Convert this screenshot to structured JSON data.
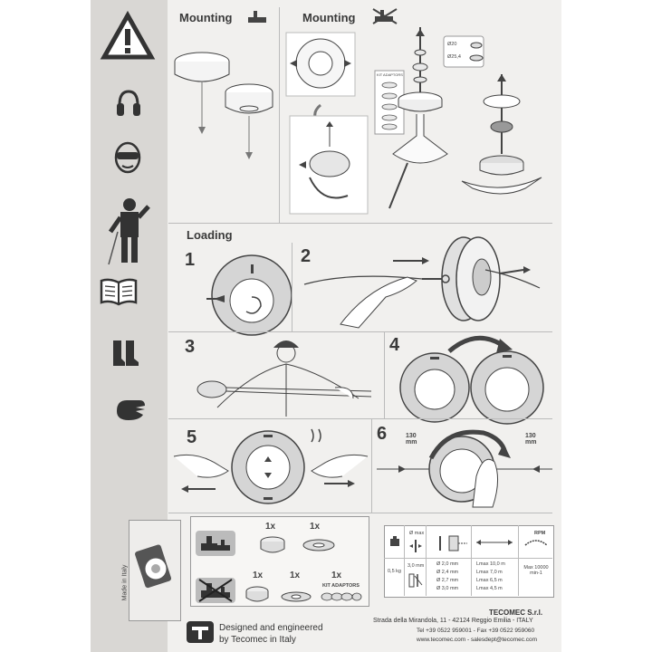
{
  "mounting": {
    "title_left": "Mounting",
    "title_right": "Mounting"
  },
  "adaptors": {
    "d20": "Ø20",
    "d254": "Ø25,4",
    "kit_label": "KIT ADAPTORS"
  },
  "loading": {
    "title": "Loading",
    "steps": [
      "1",
      "2",
      "3",
      "4",
      "5",
      "6"
    ],
    "mm_left": "130 mm",
    "mm_right": "130 mm"
  },
  "kit": {
    "row1": [
      "1x",
      "1x"
    ],
    "row2": [
      "1x",
      "1x",
      "1x"
    ],
    "kit_adaptors": "KIT ADAPTORS",
    "made_in": "Made in Italy"
  },
  "specs": {
    "rpm": "RPM",
    "weight": "0,5 kg",
    "max_line": "3,0 mm",
    "diameters": [
      "Ø 2,0 mm",
      "Ø 2,4 mm",
      "Ø 2,7 mm",
      "Ø 3,0 mm"
    ],
    "lengths": [
      "Lmax 10,0 m",
      "Lmax 7,0 m",
      "Lmax 6,5 m",
      "Lmax 4,5 m"
    ],
    "max_rpm": "Max 10000 min-1",
    "omax": "Ø max"
  },
  "footer": {
    "tagline_1": "Designed and engineered",
    "tagline_2": "by Tecomec in Italy",
    "company": "TECOMEC S.r.l.",
    "address": "Strada della Mirandola, 11 - 42124 Reggio Emilia - ITALY",
    "phone": "Tel +39 0522 959001 - Fax +39 0522 959060",
    "web": "www.tecomec.com - salesdept@tecomec.com"
  }
}
